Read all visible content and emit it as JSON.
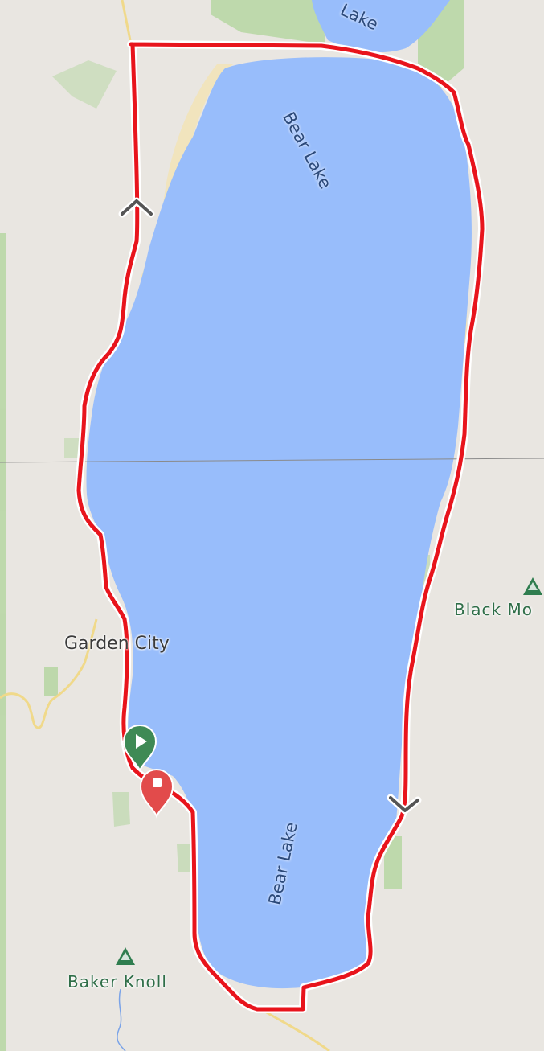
{
  "map": {
    "labels": {
      "north_lake_partial": "Lake",
      "bear_lake_north": "Bear Lake",
      "bear_lake_south": "Bear Lake",
      "garden_city": "Garden City",
      "black_mountain_partial": "Black Mo",
      "baker_knoll": "Baker Knoll"
    },
    "route": {
      "color": "#e8141c",
      "outline_color": "#ffffff",
      "start_marker": {
        "icon": "play-icon",
        "color": "#3f8a55"
      },
      "end_marker": {
        "icon": "stop-icon",
        "color": "#e24b4b"
      }
    },
    "colors": {
      "land": "#e9e6e1",
      "water": "#98bdfb",
      "park": "#b9d7a6",
      "beach": "#f1e4bd",
      "road": "#f0d98a",
      "stream": "#7aa3e8",
      "peak_icon": "#2f7d4f"
    }
  }
}
